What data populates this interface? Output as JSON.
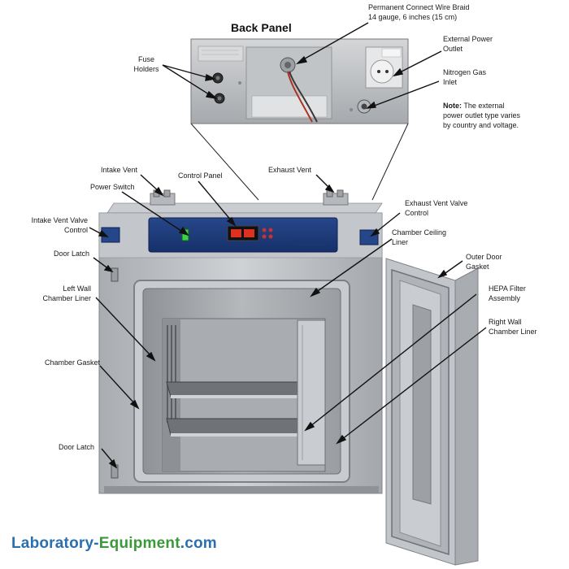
{
  "title": "Back Panel",
  "labels": {
    "wire_braid_1": "Permanent Connect Wire Braid",
    "wire_braid_2": "14 gauge, 6 inches (15 cm)",
    "ext_outlet_1": "External Power",
    "ext_outlet_2": "Outlet",
    "fuse_1": "Fuse",
    "fuse_2": "Holders",
    "nitrogen_1": "Nitrogen Gas",
    "nitrogen_2": "Inlet",
    "intake_vent": "Intake Vent",
    "control_panel": "Control Panel",
    "exhaust_vent": "Exhaust Vent",
    "power_switch": "Power Switch",
    "exhaust_valve_1": "Exhaust Vent Valve",
    "exhaust_valve_2": "Control",
    "intake_valve_1": "Intake Vent Valve",
    "intake_valve_2": "Control",
    "ceiling_1": "Chamber Ceiling",
    "ceiling_2": "Liner",
    "door_latch_top": "Door Latch",
    "outer_gasket_1": "Outer Door",
    "outer_gasket_2": "Gasket",
    "left_wall_1": "Left Wall",
    "left_wall_2": "Chamber Liner",
    "hepa_1": "HEPA Filter",
    "hepa_2": "Assembly",
    "right_wall_1": "Right Wall",
    "right_wall_2": "Chamber Liner",
    "chamber_gasket": "Chamber Gasket",
    "door_latch_bottom": "Door Latch"
  },
  "note": {
    "bold": "Note:",
    "text": " The external power outlet type varies by country and voltage."
  },
  "brand": {
    "part1": "Laboratory-",
    "part2": "Equipment",
    "part3": ".com"
  },
  "colors": {
    "steel": "#b9bcbf",
    "panel_blue": "#1f3c78",
    "accent_blue": "#2a6fb0",
    "accent_green": "#3a9a3a"
  }
}
